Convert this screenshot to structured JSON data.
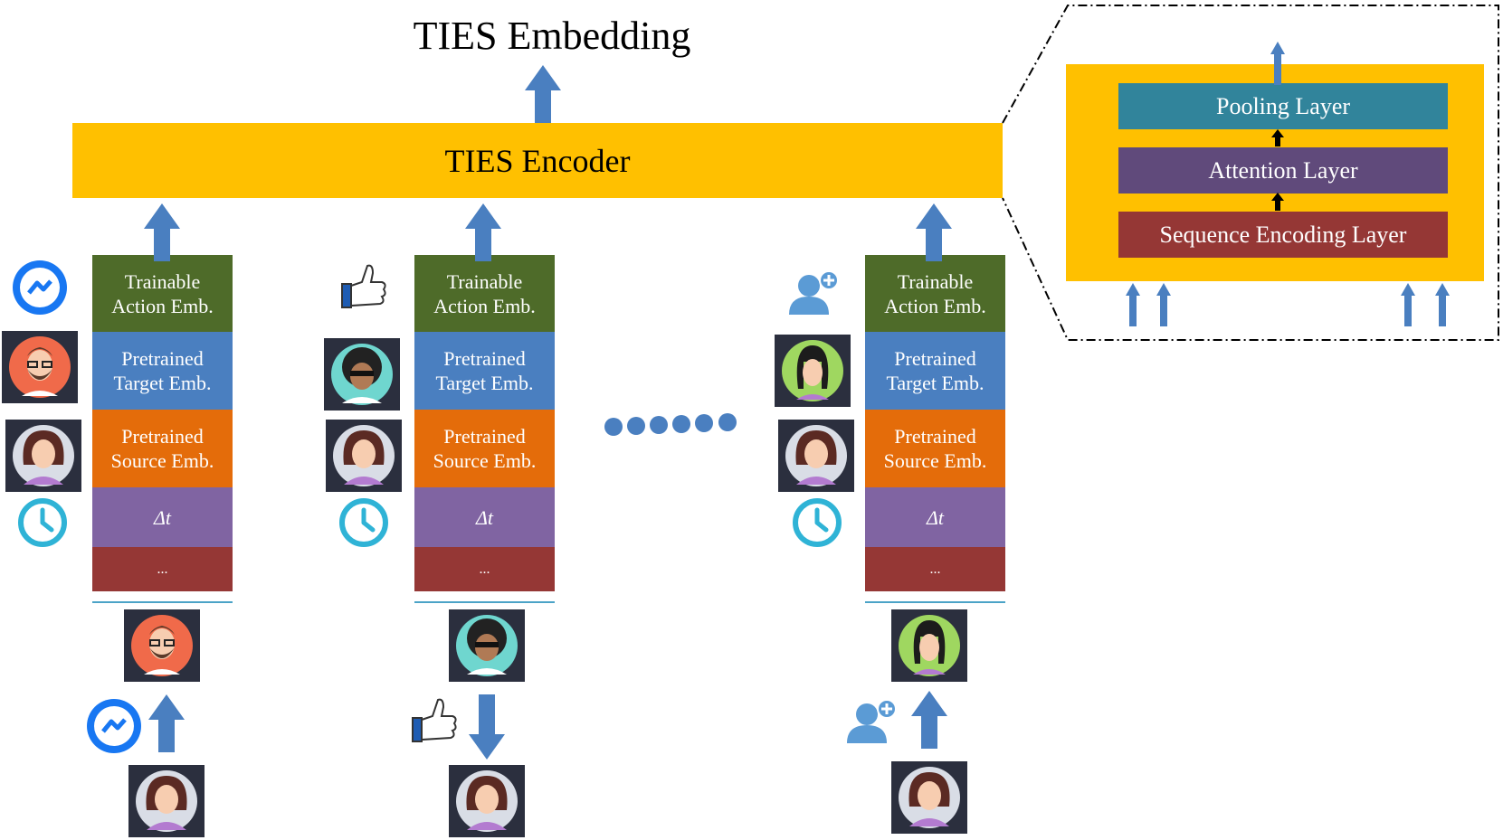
{
  "title": "TIES Embedding",
  "encoder_label": "TIES Encoder",
  "columns": [
    {
      "action": "Trainable\nAction Emb.",
      "target": "Pretrained\nTarget Emb.",
      "source": "Pretrained\nSource Emb.",
      "dt": "Δt",
      "more": "..."
    },
    {
      "action": "Trainable\nAction Emb.",
      "target": "Pretrained\nTarget Emb.",
      "source": "Pretrained\nSource Emb.",
      "dt": "Δt",
      "more": "..."
    },
    {
      "action": "Trainable\nAction Emb.",
      "target": "Pretrained\nTarget Emb.",
      "source": "Pretrained\nSource Emb.",
      "dt": "Δt",
      "more": "..."
    }
  ],
  "inset": {
    "pooling": "Pooling Layer",
    "attention": "Attention Layer",
    "sequence": "Sequence Encoding Layer"
  },
  "icons": [
    "messenger-icon",
    "thumbs-up-icon",
    "add-friend-icon",
    "clock-icon",
    "avatar-icon"
  ],
  "colors": {
    "encoder": "#ffc000",
    "action": "#4e6b29",
    "target": "#4a7fc0",
    "source": "#e46c0a",
    "dt": "#8064a2",
    "more": "#953735",
    "pooling": "#31849b",
    "attention": "#604a7b",
    "sequence": "#953735",
    "arrow": "#4a7fc0"
  }
}
